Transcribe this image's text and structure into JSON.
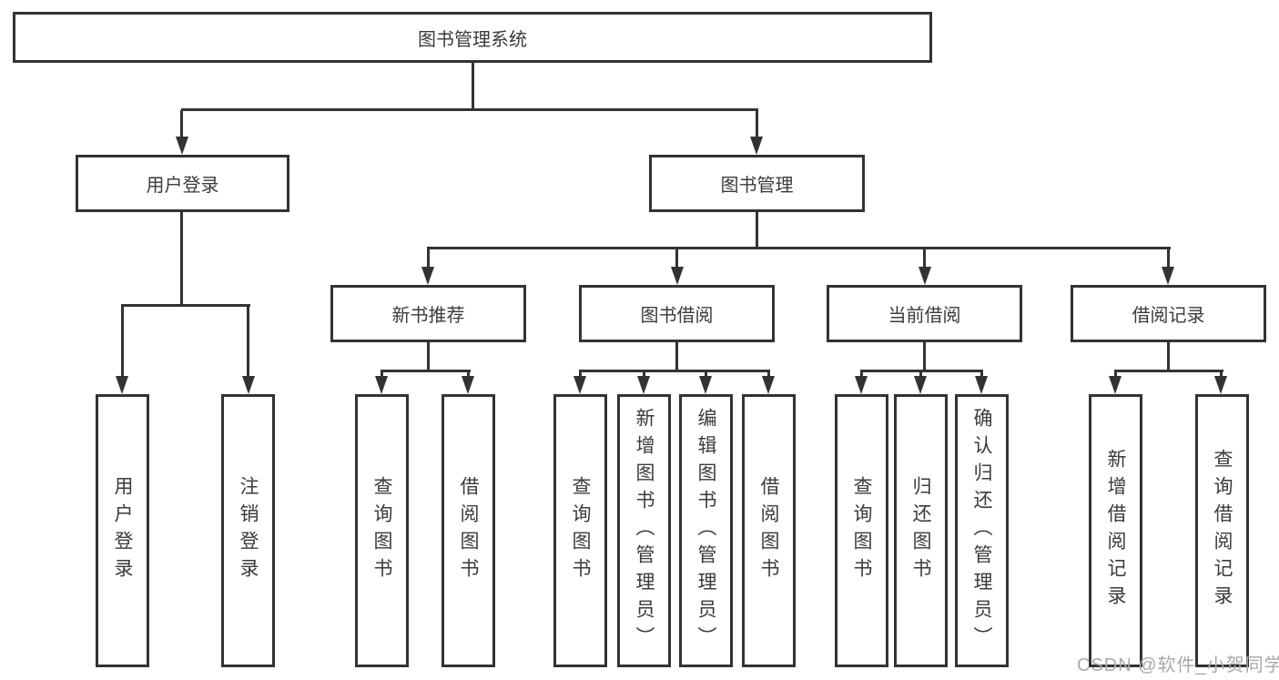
{
  "tree": {
    "root": {
      "label": "图书管理系统",
      "children": [
        {
          "label": "用户登录",
          "children": [
            {
              "label": "用户登录"
            },
            {
              "label": "注销登录"
            }
          ]
        },
        {
          "label": "图书管理",
          "children": [
            {
              "label": "新书推荐",
              "children": [
                {
                  "label": "查询图书"
                },
                {
                  "label": "借阅图书"
                }
              ]
            },
            {
              "label": "图书借阅",
              "children": [
                {
                  "label": "查询图书"
                },
                {
                  "label": "新增图书（管理员）"
                },
                {
                  "label": "编辑图书（管理员）"
                },
                {
                  "label": "借阅图书"
                }
              ]
            },
            {
              "label": "当前借阅",
              "children": [
                {
                  "label": "查询图书"
                },
                {
                  "label": "归还图书"
                },
                {
                  "label": "确认归还（管理员）"
                }
              ]
            },
            {
              "label": "借阅记录",
              "children": [
                {
                  "label": "新增借阅记录"
                },
                {
                  "label": "查询借阅记录"
                }
              ]
            }
          ]
        }
      ]
    }
  },
  "watermark": {
    "text": "CSDN @软件_小贺同学"
  },
  "colors": {
    "line": "#333333",
    "box_border": "#333333",
    "text": "#3a3a40",
    "watermark": "#a9a9a9",
    "background": "#ffffff"
  }
}
